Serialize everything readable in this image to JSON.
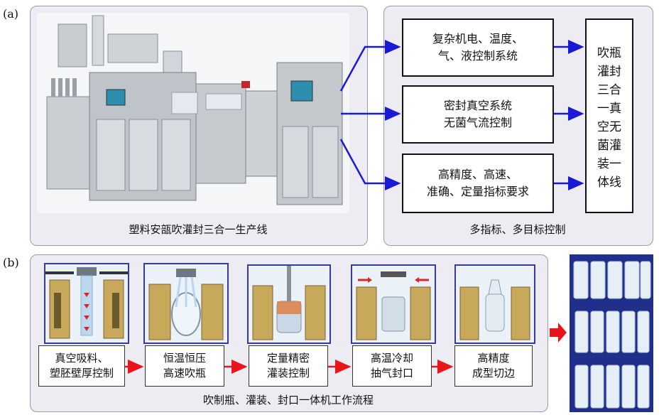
{
  "part_a": {
    "label": "(a)",
    "line_caption": "塑料安瓿吹灌封三合一生产线",
    "control_caption": "多指标、多目标控制",
    "boxes": [
      "复杂机电、温度、\n气、液控制系统",
      "密封真空系统\n无菌气流控制",
      "高精度、高速、\n准确、定量指标要求"
    ],
    "result_chars": [
      "吹",
      "瓶",
      "灌",
      "封",
      "三",
      "合",
      "一",
      "真",
      "空",
      "无",
      "菌",
      "灌",
      "装",
      "一",
      "体",
      "线"
    ]
  },
  "part_b": {
    "label": "(b)",
    "steps": [
      "真空吸料、\n塑胚壁厚控制",
      "恒温恒压\n高速吹瓶",
      "定量精密\n灌装控制",
      "高温冷却\n抽气封口",
      "高精度\n成型切边"
    ],
    "caption": "吹制瓶、灌装、封口一体机工作流程"
  },
  "colors": {
    "arrow_blue": "#1a1ad6",
    "arrow_red": "#e8161b",
    "panel": "#ececf2",
    "thumb_border": "#3a3a9a"
  }
}
